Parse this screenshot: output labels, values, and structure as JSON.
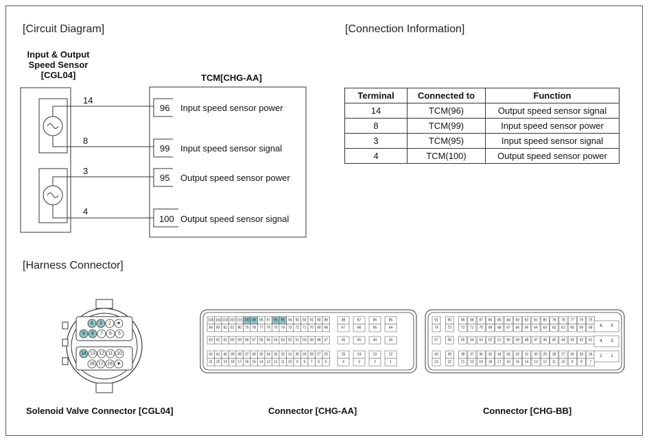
{
  "headings": {
    "circuit": "[Circuit Diagram]",
    "connection": "[Connection Information]",
    "harness": "[Harness Connector]"
  },
  "sensor": {
    "line1": "Input & Output",
    "line2": "Speed Sensor",
    "line3": "[CGL04]"
  },
  "tcm": {
    "title": "TCM[CHG-AA]"
  },
  "wires": [
    {
      "sensor_pin": "14",
      "tcm_pin": "96",
      "label": "Input speed sensor power"
    },
    {
      "sensor_pin": "8",
      "tcm_pin": "99",
      "label": "Input speed sensor signal"
    },
    {
      "sensor_pin": "3",
      "tcm_pin": "95",
      "label": "Output speed sensor power"
    },
    {
      "sensor_pin": "4",
      "tcm_pin": "100",
      "label": "Output speed sensor signal"
    }
  ],
  "table": {
    "headers": [
      "Terminal",
      "Connected to",
      "Function"
    ],
    "rows": [
      [
        "14",
        "TCM(96)",
        "Output speed sensor signal"
      ],
      [
        "8",
        "TCM(99)",
        "Input speed sensor power"
      ],
      [
        "3",
        "TCM(95)",
        "Input speed sensor signal"
      ],
      [
        "4",
        "TCM(100)",
        "Output speed sensor power"
      ]
    ]
  },
  "captions": {
    "cgl04": "Solenoid Valve Connector [CGL04]",
    "chg_aa": "Connector [CHG-AA]",
    "chg_bb": "Connector [CHG-BB]"
  },
  "cgl04_pins": {
    "row1": [
      "4",
      "3",
      "2",
      "★"
    ],
    "row2": [
      "9",
      "8",
      "7",
      "6",
      "5"
    ],
    "row3": [
      "14",
      "13",
      "12",
      "11",
      "10"
    ],
    "row4": [
      "16",
      "17",
      "16",
      "★"
    ]
  },
  "chg_aa_pins": {
    "block1": [
      [
        "105",
        "104",
        "103",
        "102",
        "101",
        "100",
        "99",
        "98",
        "97",
        "96",
        "95",
        "94",
        "93",
        "92",
        "91",
        "90",
        "89"
      ],
      [
        "84",
        "83",
        "82",
        "81",
        "80",
        "79",
        "78",
        "77",
        "76",
        "75",
        "74",
        "73",
        "72",
        "71",
        "70",
        "69",
        "68"
      ],
      [
        "63",
        "62",
        "61",
        "60",
        "59",
        "58",
        "57",
        "56",
        "55",
        "54",
        "53",
        "52",
        "51",
        "50",
        "49",
        "48",
        "47"
      ],
      [
        "42",
        "41",
        "40",
        "39",
        "38",
        "37",
        "36",
        "35",
        "34",
        "33",
        "32",
        "31",
        "30",
        "29",
        "28",
        "27",
        "26"
      ],
      [
        "21",
        "20",
        "19",
        "18",
        "17",
        "16",
        "15",
        "14",
        "13",
        "12",
        "11",
        "10",
        "9",
        "8",
        "7",
        "6",
        "5"
      ]
    ],
    "block2": [
      [
        "88",
        "87",
        "86",
        "85"
      ],
      [
        "67",
        "66",
        "65",
        "64"
      ],
      [
        "46",
        "45",
        "44",
        "43"
      ],
      [
        "25",
        "24",
        "23",
        "22"
      ],
      [
        "4",
        "3",
        "2",
        "1"
      ]
    ],
    "highlighted": [
      "100",
      "99",
      "96",
      "95"
    ]
  },
  "chg_bb_pins": {
    "block1": [
      [
        "91",
        "90",
        "89",
        "88",
        "87",
        "86",
        "85",
        "84",
        "83",
        "82",
        "81",
        "80",
        "79",
        "78",
        "77",
        "76",
        "75"
      ],
      [
        "74",
        "73",
        "72",
        "71",
        "70",
        "69",
        "68",
        "67",
        "66",
        "65",
        "64",
        "63",
        "62",
        "61",
        "60",
        "59",
        "58"
      ],
      [
        "57",
        "56",
        "55",
        "54",
        "53",
        "52",
        "51",
        "50",
        "49",
        "48",
        "47",
        "46",
        "45",
        "44",
        "43",
        "42",
        "41"
      ],
      [
        "40",
        "39",
        "38",
        "37",
        "36",
        "35",
        "34",
        "33",
        "32",
        "31",
        "30",
        "29",
        "28",
        "27",
        "26",
        "25",
        "24"
      ],
      [
        "23",
        "22",
        "21",
        "20",
        "19",
        "18",
        "17",
        "16",
        "15",
        "14",
        "13",
        "12",
        "11",
        "10",
        "9",
        "8",
        "7"
      ]
    ],
    "block2": [
      [
        "6",
        "5"
      ],
      [
        "4",
        "3"
      ],
      [
        "2",
        "1"
      ]
    ]
  },
  "colors": {
    "highlight": "#8fc3c5",
    "line": "#333333"
  }
}
